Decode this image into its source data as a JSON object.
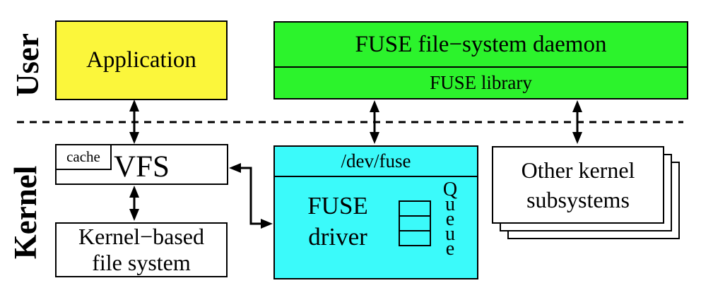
{
  "colors": {
    "application_bg": "#fbf63b",
    "daemon_bg": "#2cf32c",
    "driver_bg": "#3bfafa",
    "box_border": "#000000"
  },
  "regions": {
    "user_label": "User",
    "kernel_label": "Kernel"
  },
  "user_space": {
    "application": {
      "label": "Application"
    },
    "daemon": {
      "title": "FUSE file−system daemon",
      "library_label": "FUSE library"
    }
  },
  "kernel_space": {
    "vfs": {
      "label": "VFS",
      "cache_label": "cache"
    },
    "kernel_fs": {
      "line1": "Kernel−based",
      "line2": "file system"
    },
    "fuse_driver": {
      "header": "/dev/fuse",
      "name_line1": "FUSE",
      "name_line2": "driver",
      "queue_letters": [
        "Q",
        "u",
        "e",
        "u",
        "e"
      ]
    },
    "other_kernel": {
      "line1": "Other kernel",
      "line2": "subsystems"
    }
  }
}
